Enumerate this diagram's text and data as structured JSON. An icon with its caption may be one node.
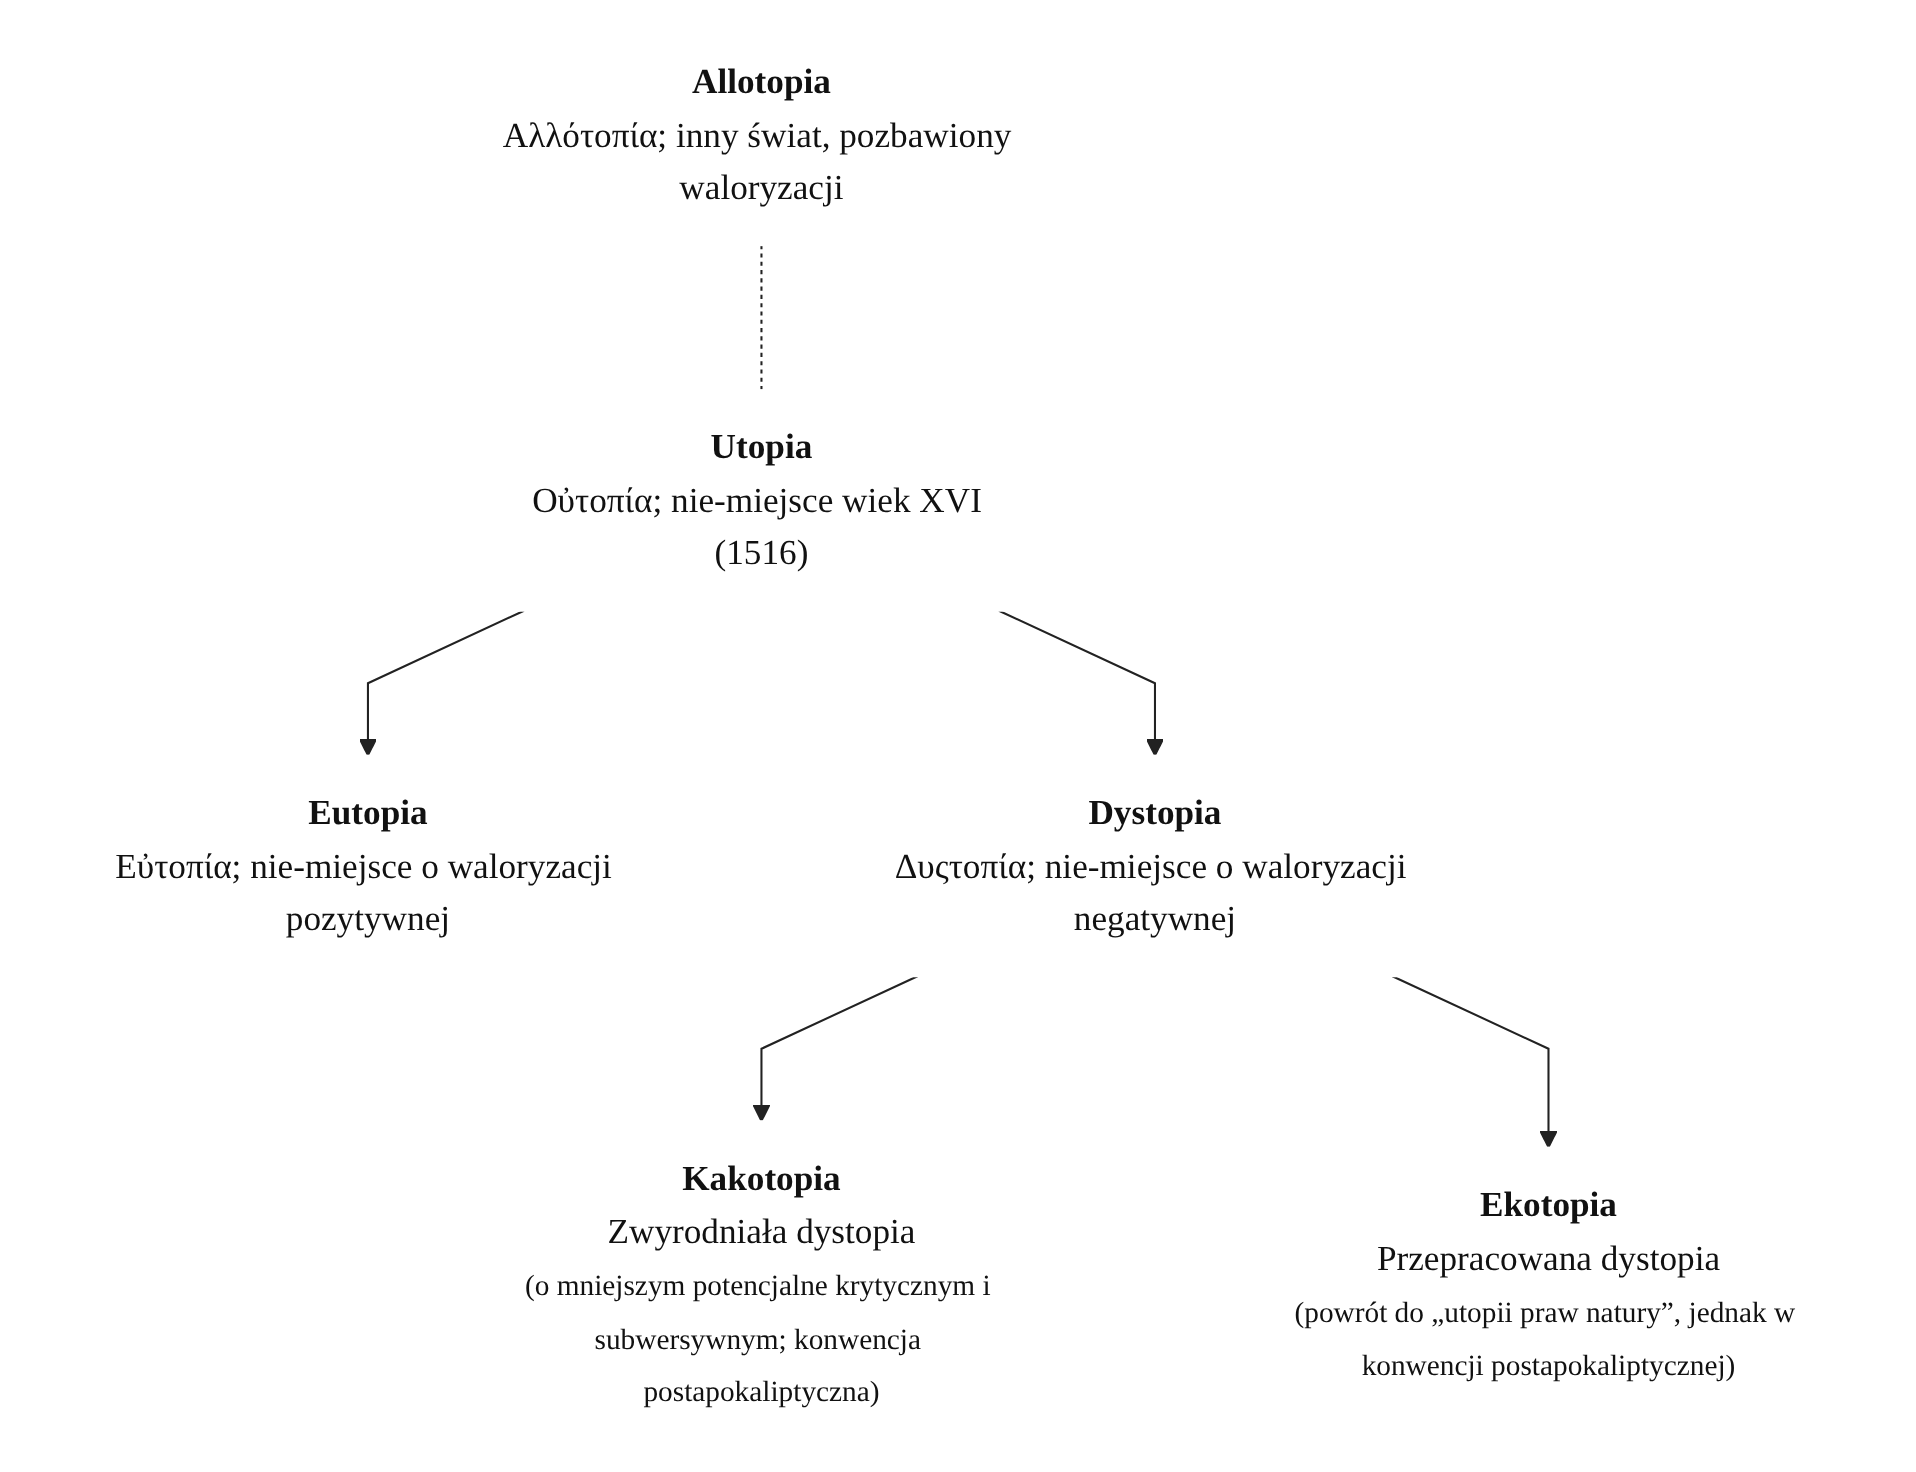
{
  "diagram": {
    "nodes": [
      {
        "text": [
          "Allotopia",
          "Αλλότοπία; inny świat, pozbawiony waloryzacji"
        ]
      },
      {
        "text": [
          "Utopia",
          "Οὐτοπία; nie-miejsce wiek XVI (1516)"
        ]
      },
      {
        "text": [
          "Eutopia",
          "Εὐτοπία; nie-miejsce o waloryzacji pozytywnej"
        ]
      },
      {
        "text": [
          "Dystopia",
          "Δυςτοπία; nie-miejsce o waloryzacji negatywnej"
        ]
      },
      {
        "text": [
          "Kakotopia",
          "Zwyrodniała dystopia",
          "(o mniejszym potencjalne krytycznym i subwersywnym; konwencja postapokaliptyczna)"
        ]
      },
      {
        "text": [
          "Ekotopia",
          "Przepracowana dystopia",
          "(powrót do „utopii praw natury”, jednak w konwencji postapokaliptycznej)"
        ]
      }
    ],
    "edges": [
      {
        "from": 0,
        "to": 1,
        "arrow": "none",
        "style": "dashed"
      },
      {
        "from": 1,
        "to": 2,
        "arrow": "to"
      },
      {
        "from": 1,
        "to": 3,
        "arrow": "to"
      },
      {
        "from": 3,
        "to": 4,
        "arrow": "to"
      },
      {
        "from": 3,
        "to": 5,
        "arrow": "to"
      }
    ]
  }
}
